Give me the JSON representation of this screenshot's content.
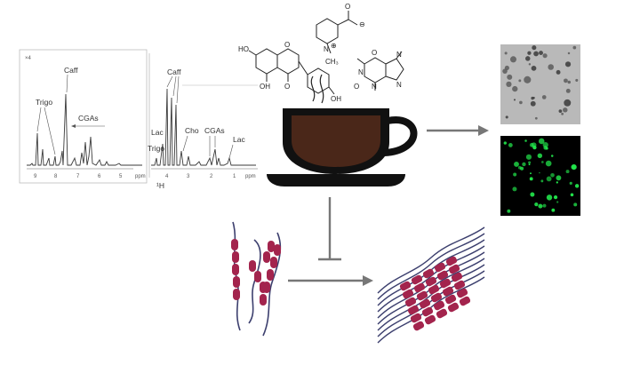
{
  "colors": {
    "background": "#ffffff",
    "coffee": "#4a2719",
    "cup": "#111111",
    "arrow": "#777777",
    "protein_bead": "#a3244d",
    "fiber_strand": "#3c3f6e",
    "tem_background": "#b9b9b9",
    "fluorescence_background": "#000000",
    "fluorescence_dot": "#22e84c"
  },
  "nmr": {
    "scale_marker": "×4",
    "left_ppm_label": "ppm",
    "right_ppm_label": "ppm",
    "nucleus_label": "¹H",
    "left_panel": {
      "axis_ticks": [
        "9",
        "8",
        "7",
        "6",
        "5"
      ],
      "peak_labels": [
        "Caff",
        "Trigo",
        "CGAs"
      ]
    },
    "right_panel": {
      "axis_ticks": [
        "4",
        "3",
        "2",
        "1"
      ],
      "peak_labels": [
        "Caff",
        "Lac",
        "Trigo",
        "Cho",
        "CGAs",
        "Lac"
      ]
    }
  },
  "molecules": {
    "flavonoid_atoms": [
      "HO",
      "O",
      "OH",
      "O",
      "OH"
    ],
    "trigonelline_atoms": [
      "O",
      "⊖",
      "N",
      "⊕",
      "CH₃"
    ],
    "caffeine_atoms": [
      "O",
      "N",
      "N",
      "O",
      "N",
      "N"
    ]
  },
  "icons": {
    "cup": "coffee-cup-icon",
    "steam": "steam-icon",
    "inhibition": "inhibition-arrow-icon",
    "fibrils": "amyloid-fibril-icon",
    "monomers": "protein-monomer-icon"
  }
}
